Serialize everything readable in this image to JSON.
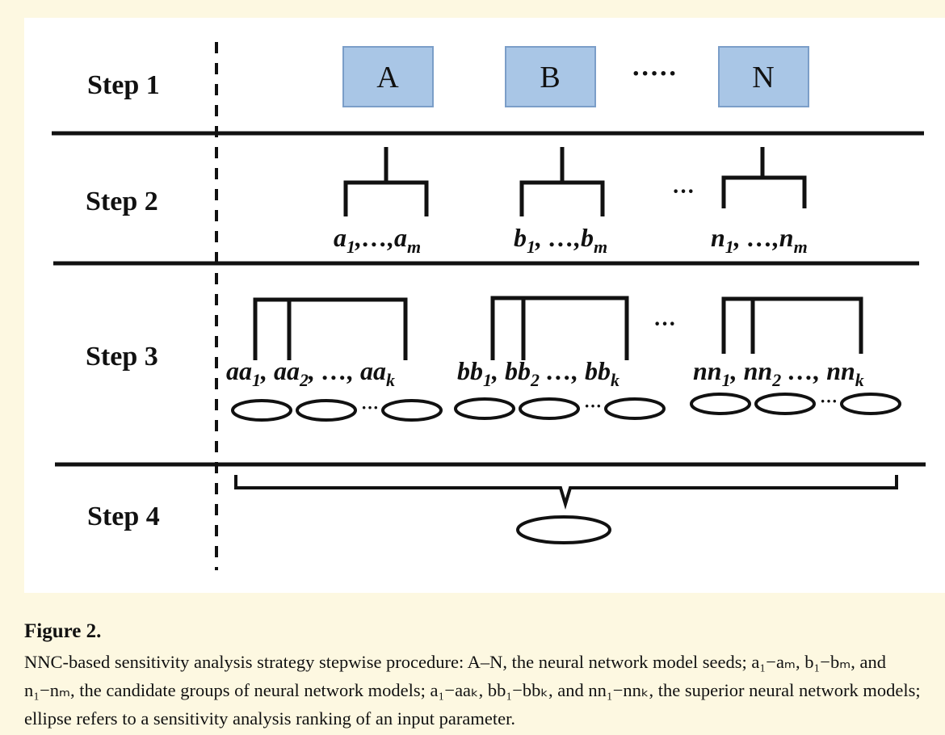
{
  "steps": [
    "Step 1",
    "Step 2",
    "Step 3",
    "Step 4"
  ],
  "step1": {
    "boxes": [
      "A",
      "B",
      "N"
    ],
    "dots": "·····"
  },
  "step2": {
    "groups": [
      {
        "base": "a",
        "sub1": "1",
        "sep": ",…,",
        "sub2": "m"
      },
      {
        "base": "b",
        "sub1": "1",
        "sep": ", …,",
        "sub2": "m"
      },
      {
        "base": "n",
        "sub1": "1",
        "sep": ", …,",
        "sub2": "m"
      }
    ],
    "dots": "···"
  },
  "step3": {
    "groups": [
      {
        "base": "aa",
        "t1": ", ",
        "t2": ", …, "
      },
      {
        "base": "bb",
        "t1": ", ",
        "t2": " …, "
      },
      {
        "base": "nn",
        "t1": ", ",
        "t2": " …, "
      }
    ],
    "subs": [
      "1",
      "2",
      "k"
    ],
    "dots": "···",
    "ellipse_dots": "···"
  },
  "caption": {
    "title": "Figure 2.",
    "text": "NNC-based sensitivity analysis strategy stepwise procedure: A–N, the neural network model seeds; a₁−aₘ, b₁−bₘ, and n₁−nₘ, the candidate groups of neural network models; a₁−aaₖ, bb₁−bbₖ, and nn₁−nnₖ, the superior neural network models; ellipse refers to a sensitivity analysis ranking of an input parameter."
  },
  "colors": {
    "box_fill": "#a9c6e6",
    "box_stroke": "#7b9ec8",
    "background": "#fdf8e1",
    "panel": "#ffffff",
    "ink": "#111111"
  }
}
